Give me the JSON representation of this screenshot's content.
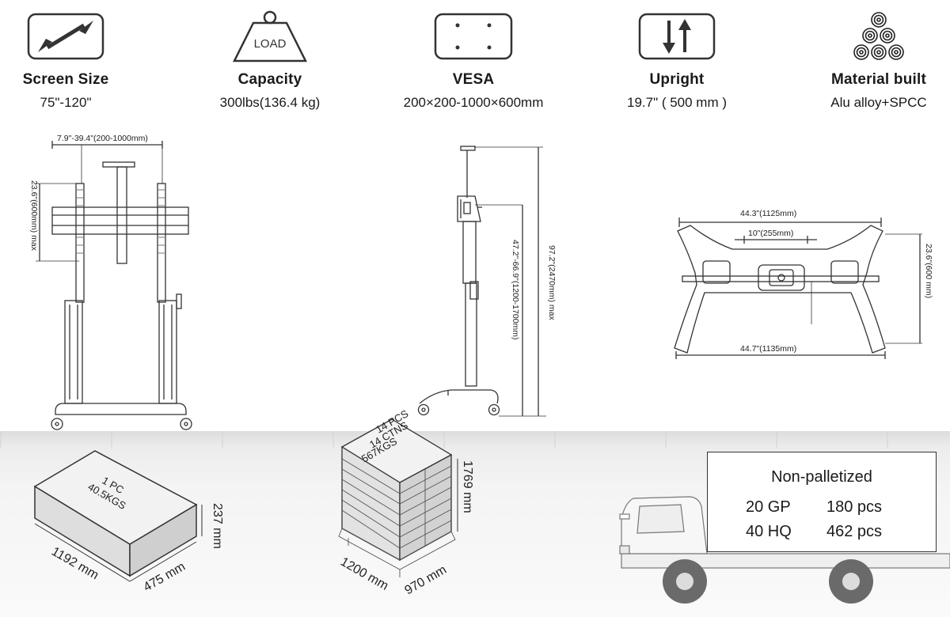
{
  "specs": [
    {
      "icon": "arrow-diagonal-icon",
      "title": "Screen Size",
      "value": "75\"-120\""
    },
    {
      "icon": "load-weight-icon",
      "title": "Capacity",
      "value": "300lbs(136.4 kg)",
      "icon_label": "LOAD"
    },
    {
      "icon": "vesa-plate-icon",
      "title": "VESA",
      "value": "200×200-1000×600mm"
    },
    {
      "icon": "up-down-arrows-icon",
      "title": "Upright",
      "value": "19.7\" ( 500 mm )"
    },
    {
      "icon": "material-coils-icon",
      "title": "Material built",
      "value": "Alu alloy+SPCC"
    }
  ],
  "front_view": {
    "width_range": "7.9\"-39.4\"(200-1000mm)",
    "height_adjust": "23.6\"(600mm)  max"
  },
  "side_view": {
    "height_range": "47.2\"-66.9\"(1200-1700mm)",
    "total_height": "97.2\"(2470mm)  max"
  },
  "base_view": {
    "top_width": "44.3\"(1125mm)",
    "center_width": "10\"(255mm)",
    "depth": "23.6\"(600 mm)",
    "bottom_width": "44.7\"(1135mm)"
  },
  "single_box": {
    "qty": "1 PC",
    "weight": "40.5KGS",
    "length": "1192 mm",
    "width": "475 mm",
    "height": "237 mm"
  },
  "pallet": {
    "pcs": "14 PCS",
    "ctns": "14 CTNS",
    "weight": "567KGS",
    "length": "1200 mm",
    "width": "970 mm",
    "height": "1769 mm"
  },
  "shipping": {
    "title": "Non-palletized",
    "rows": [
      {
        "container": "20 GP",
        "qty": "180 pcs"
      },
      {
        "container": "40 HQ",
        "qty": "462 pcs"
      }
    ]
  },
  "colors": {
    "line": "#333333",
    "floor": "#eeeeee",
    "text": "#1a1a1a"
  }
}
